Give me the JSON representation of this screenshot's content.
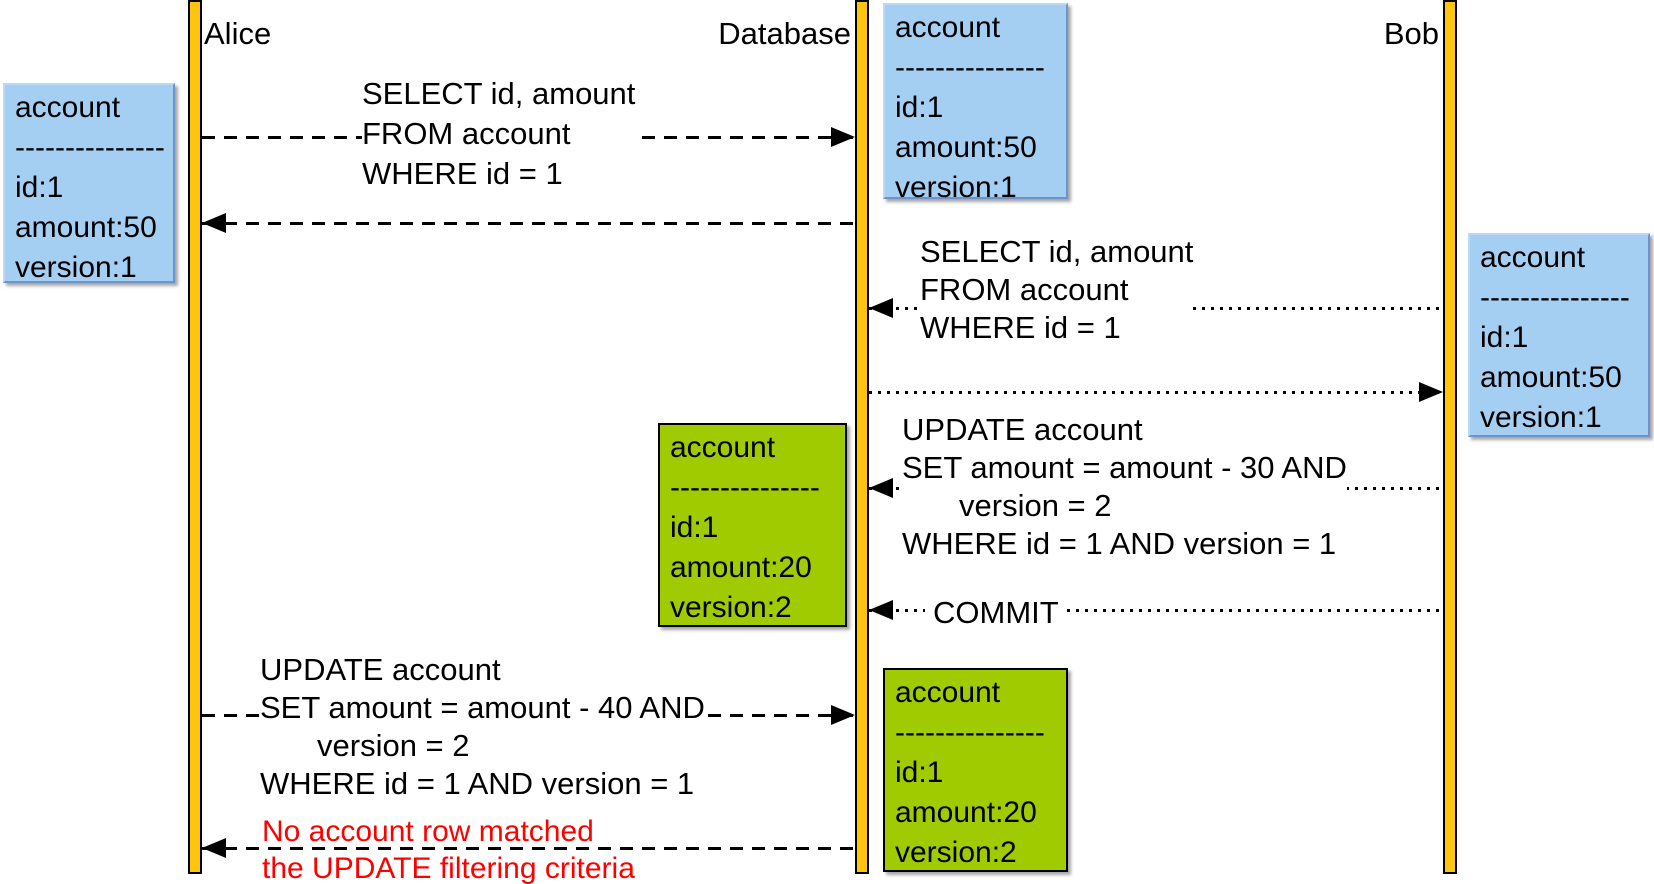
{
  "lifelines": {
    "alice": {
      "label": "Alice"
    },
    "database": {
      "label": "Database"
    },
    "bob": {
      "label": "Bob"
    }
  },
  "boxes": {
    "alice_v1": {
      "title": "account",
      "separator": "---------------",
      "field_id": "id:1",
      "field_amount": "amount:50",
      "field_version": "version:1"
    },
    "db_v1": {
      "title": "account",
      "separator": "---------------",
      "field_id": "id:1",
      "field_amount": "amount:50",
      "field_version": "version:1"
    },
    "bob_v1": {
      "title": "account",
      "separator": "---------------",
      "field_id": "id:1",
      "field_amount": "amount:50",
      "field_version": "version:1"
    },
    "db_v2_left": {
      "title": "account",
      "separator": "---------------",
      "field_id": "id:1",
      "field_amount": "amount:20",
      "field_version": "version:2"
    },
    "db_v2_right": {
      "title": "account",
      "separator": "---------------",
      "field_id": "id:1",
      "field_amount": "amount:20",
      "field_version": "version:2"
    }
  },
  "messages": {
    "alice_select": {
      "line1": "SELECT id, amount",
      "line2": "FROM account",
      "line3": "WHERE id = 1"
    },
    "bob_select": {
      "line1": "SELECT id, amount",
      "line2": "FROM account",
      "line3": "WHERE id = 1"
    },
    "bob_update": {
      "line1": "UPDATE account",
      "line2": "SET amount = amount - 30 AND",
      "line3": "version = 2",
      "line4": "WHERE id = 1 AND version = 1"
    },
    "bob_commit": {
      "label": "COMMIT"
    },
    "alice_update": {
      "line1": "UPDATE account",
      "line2": "SET amount = amount - 40 AND",
      "line3": "version = 2",
      "line4": "WHERE id = 1 AND version = 1"
    },
    "db_error": {
      "line1": "No account row matched",
      "line2": "the UPDATE filtering criteria"
    }
  },
  "colors": {
    "lifeline_fill": "#FFC40D",
    "blue_box_fill": "#A5CEF3",
    "blue_box_border": "#6E93CC",
    "green_box_fill": "#9FCB00",
    "green_box_border": "#000000",
    "message_line": "#000000",
    "error_text": "#FF0000"
  }
}
